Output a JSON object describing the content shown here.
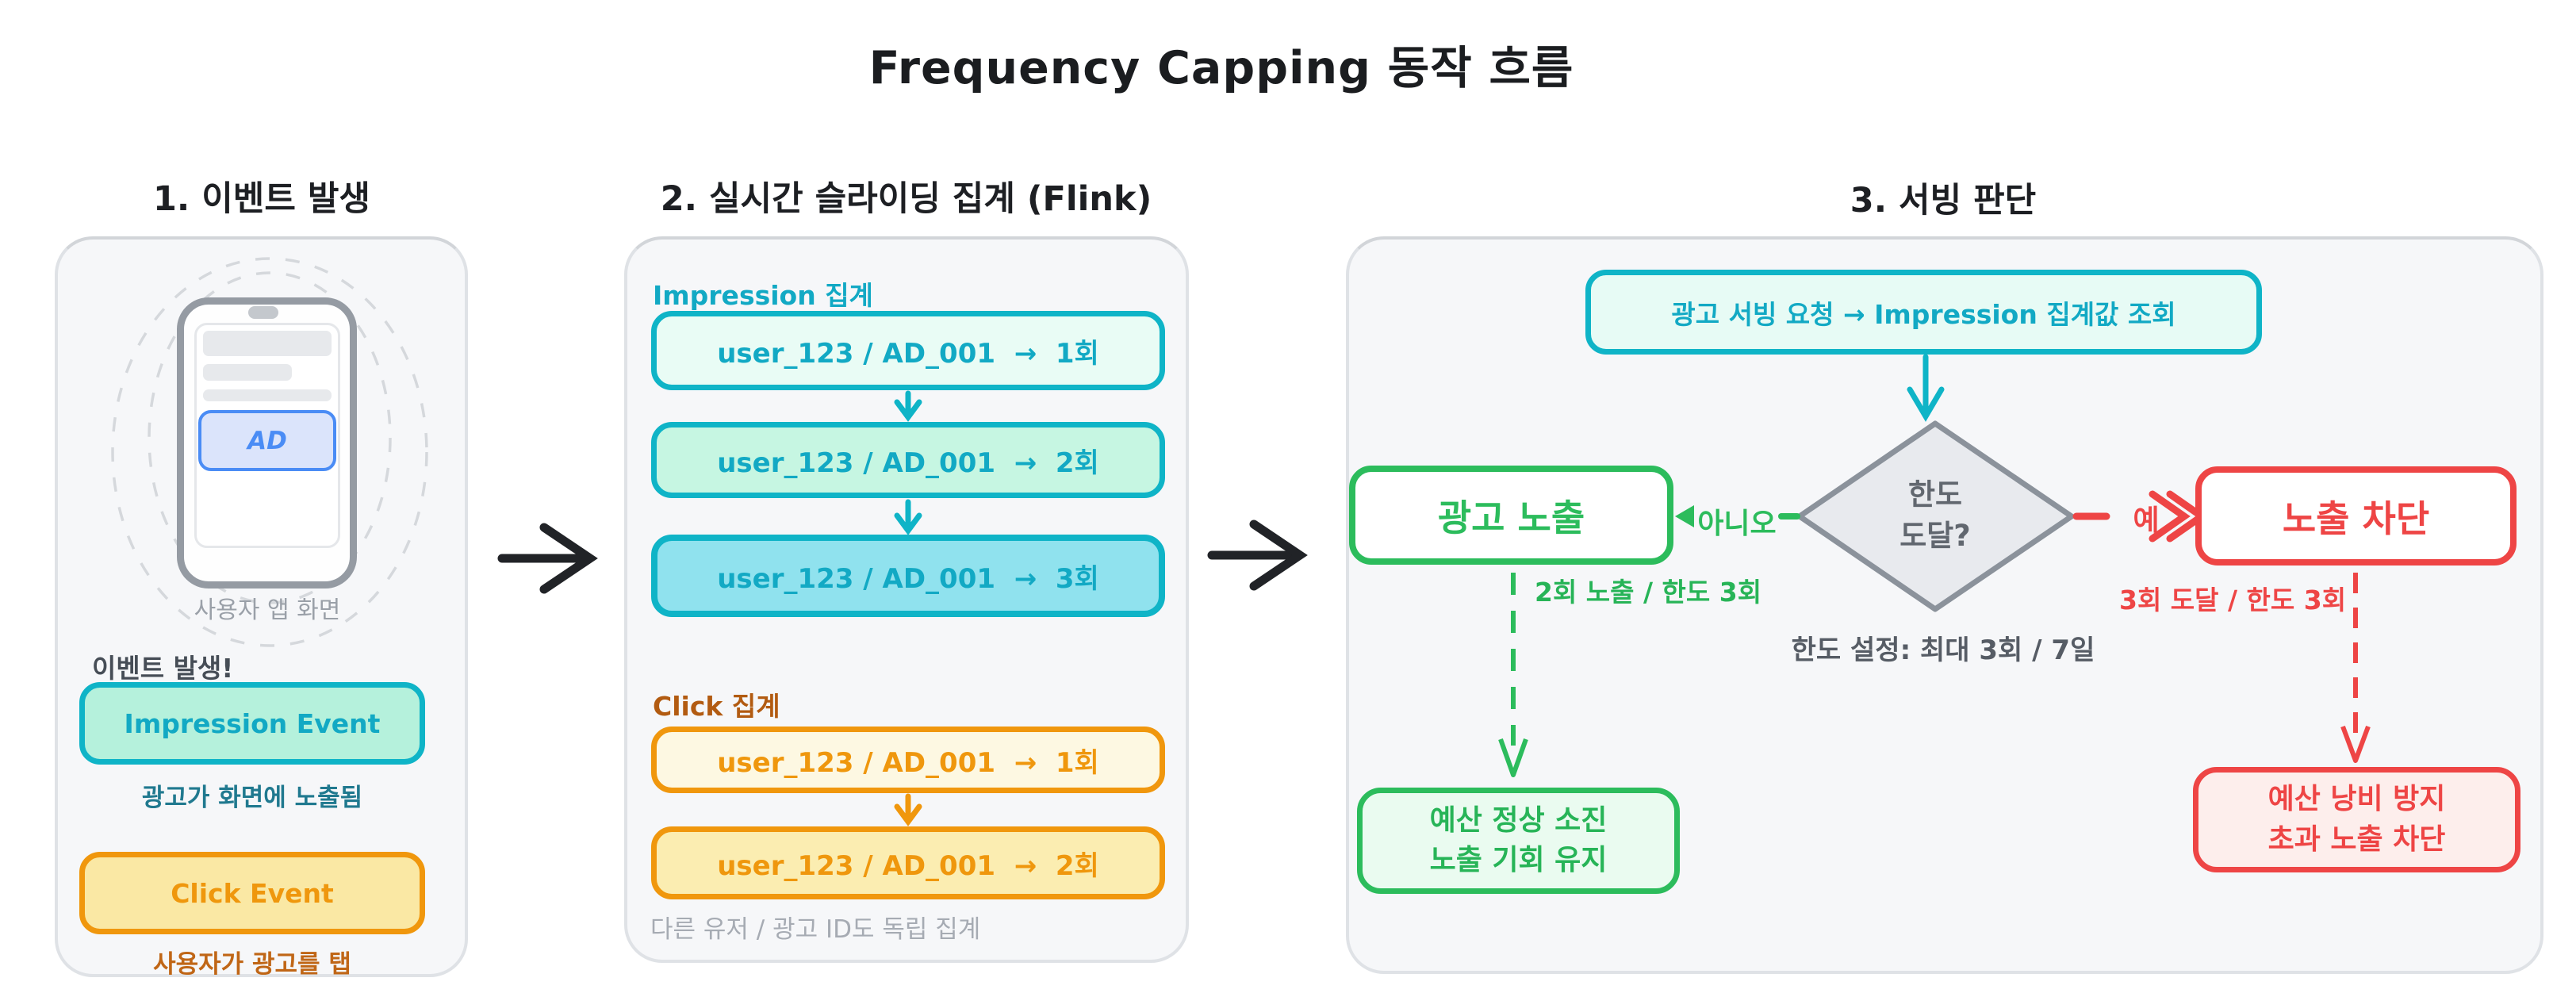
{
  "title": "Frequency Capping 동작 흐름",
  "colors": {
    "teal": "#0fb4c7",
    "orange": "#f0970d",
    "green": "#2cbc5c",
    "red": "#ee4545",
    "ad_blue": "#4a8cf5",
    "gray_note": "#565c65",
    "light_gray_caption": "#9aa0a8"
  },
  "sections": {
    "s1": {
      "header": "1. 이벤트 발생",
      "phone": {
        "ad_label": "AD",
        "caption": "사용자 앱 화면"
      },
      "event_label": "이벤트 발생!",
      "impression_event": "Impression Event",
      "impression_caption": "광고가 화면에 노출됨",
      "click_event": "Click Event",
      "click_caption": "사용자가 광고를 탭"
    },
    "s2": {
      "header": "2. 실시간 슬라이딩 집계 (Flink)",
      "impression_label": "Impression 집계",
      "impression_rows": [
        "user_123 / AD_001  →  1회",
        "user_123 / AD_001  →  2회",
        "user_123 / AD_001  →  3회"
      ],
      "click_label": "Click 집계",
      "click_rows": [
        "user_123 / AD_001  →  1회",
        "user_123 / AD_001  →  2회"
      ],
      "footnote": "다른 유저 / 광고 ID도 독립 집계"
    },
    "s3": {
      "header": "3. 서빙 판단",
      "request_box": "광고 서빙 요청 → Impression 집계값 조회",
      "decision": "한도\n도달?",
      "no_label": "아니오",
      "yes_label": "예",
      "allow_box": "광고 노출",
      "allow_note": "2회 노출 / 한도 3회",
      "block_box": "노출 차단",
      "block_note": "3회 도달 / 한도 3회",
      "limit_note": "한도 설정: 최대 3회 / 7일",
      "allow_result": "예산 정상 소진\n노출 기회 유지",
      "block_result": "예산 낭비 방지\n초과 노출 차단"
    }
  }
}
